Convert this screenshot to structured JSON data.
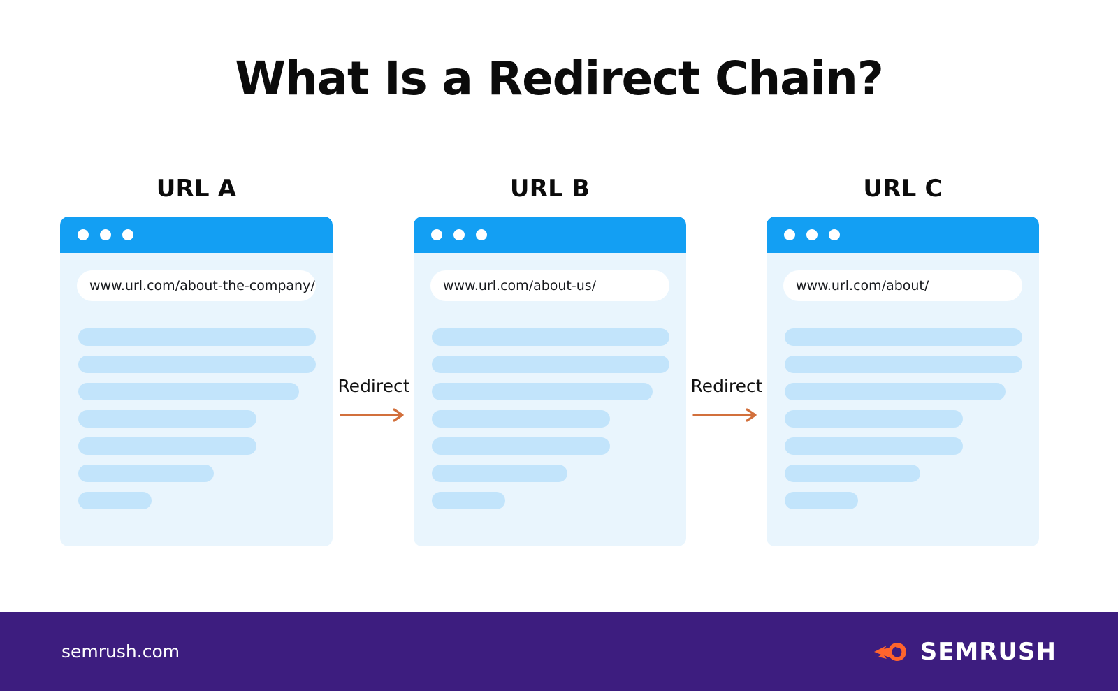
{
  "page": {
    "title": "What Is a Redirect Chain?",
    "background_color": "#ffffff"
  },
  "colors": {
    "browser_bar_blue": "#139ff3",
    "card_body_blue": "#e9f5fd",
    "placeholder_bar_blue": "#c2e4fb",
    "arrow_orange": "#d2703c",
    "footer_purple": "#3d1d7f",
    "logo_orange": "#ff642d",
    "title_black": "#0b0b0b"
  },
  "diagram": {
    "type": "redirect-chain",
    "cards": [
      {
        "label": "URL A",
        "url": "www.url.com/about-the-company/",
        "dots": [
          "dot-1",
          "dot-2",
          "dot-3"
        ],
        "placeholder_widths": [
          "100%",
          "100%",
          "93%",
          "75%",
          "75%",
          "57%",
          "31%"
        ]
      },
      {
        "label": "URL B",
        "url": "www.url.com/about-us/",
        "dots": [
          "dot-1",
          "dot-2",
          "dot-3"
        ],
        "placeholder_widths": [
          "100%",
          "100%",
          "93%",
          "75%",
          "75%",
          "57%",
          "31%"
        ]
      },
      {
        "label": "URL C",
        "url": "www.url.com/about/",
        "dots": [
          "dot-1",
          "dot-2",
          "dot-3"
        ],
        "placeholder_widths": [
          "100%",
          "100%",
          "93%",
          "75%",
          "75%",
          "57%",
          "31%"
        ]
      }
    ],
    "connectors": [
      {
        "label": "Redirect",
        "icon": "arrow-right-icon",
        "from": "URL A",
        "to": "URL B"
      },
      {
        "label": "Redirect",
        "icon": "arrow-right-icon",
        "from": "URL B",
        "to": "URL C"
      }
    ]
  },
  "footer": {
    "site_url": "semrush.com",
    "brand_name": "SEMRUSH",
    "logo_icon": "semrush-comet-icon"
  }
}
